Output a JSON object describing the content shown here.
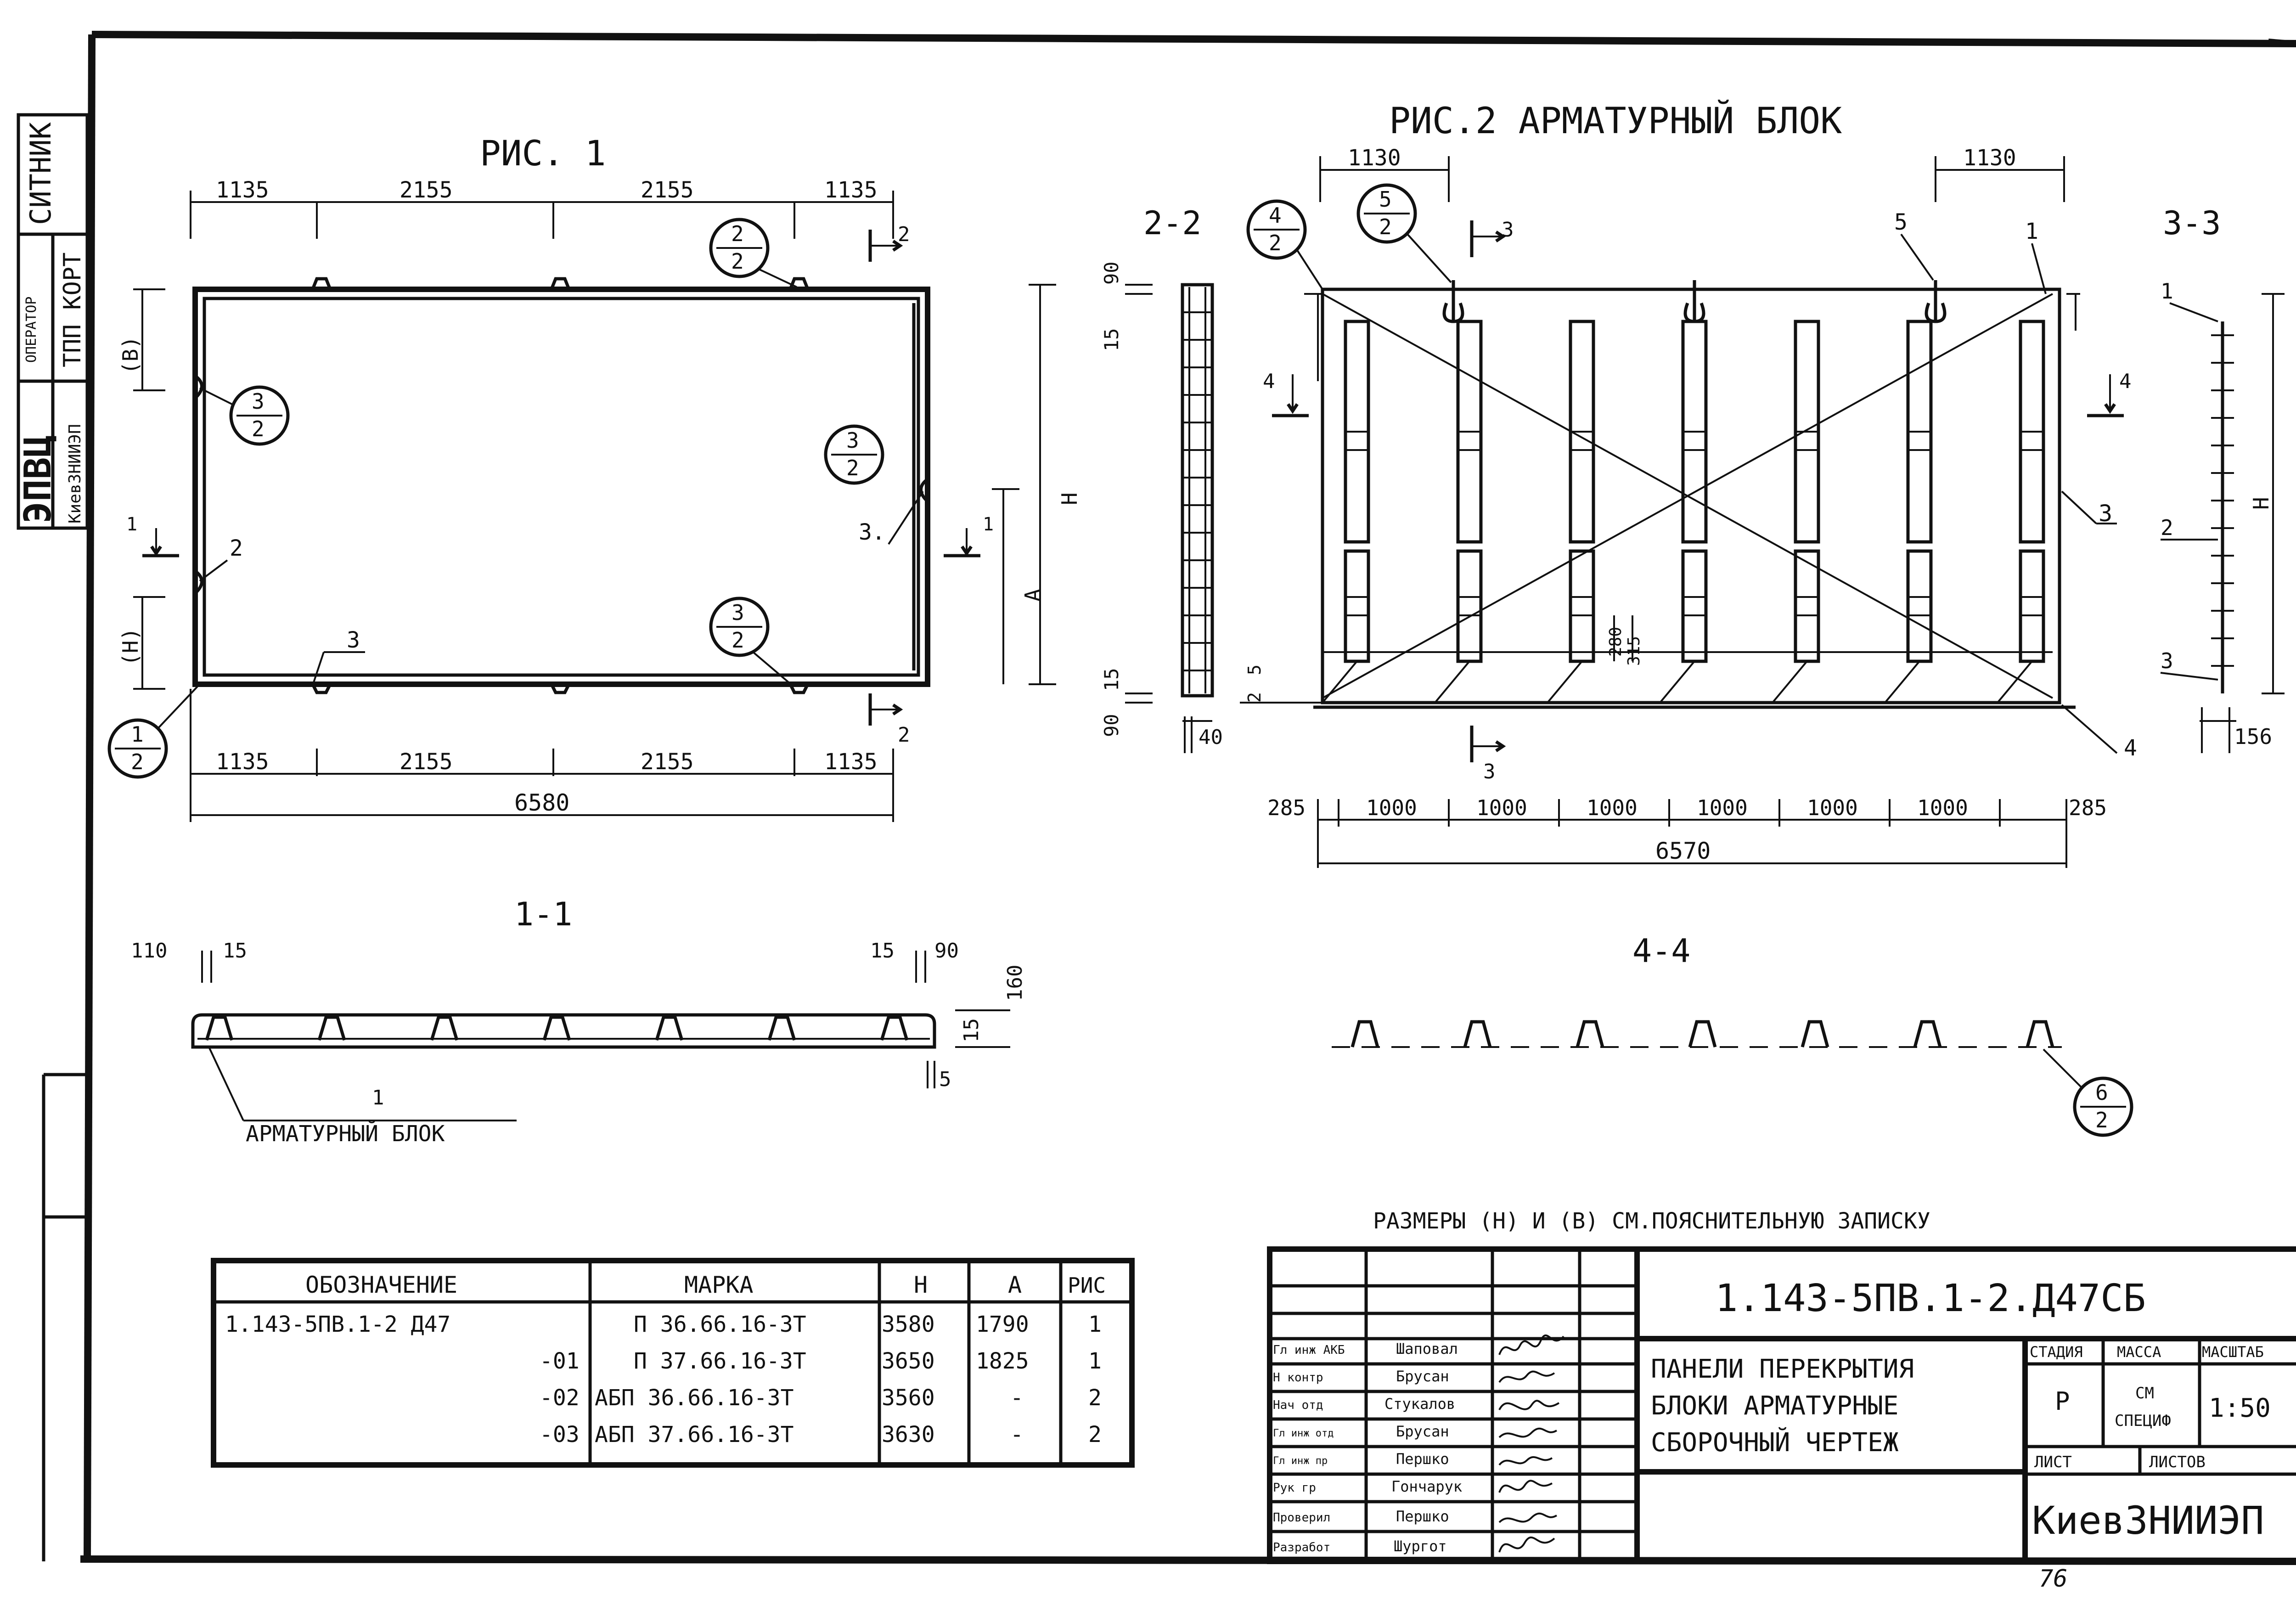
{
  "drawing": {
    "fig1_title": "РИС. 1",
    "fig2_title": "РИС.2 АРМАТУРНЫЙ БЛОК",
    "sec_2_2": "2-2",
    "sec_3_3": "3-3",
    "sec_1_1": "1-1",
    "sec_4_4": "4-4",
    "fig1": {
      "top_dims": [
        "1135",
        "2155",
        "2155",
        "1135"
      ],
      "bottom_dims": [
        "1135",
        "2155",
        "2155",
        "1135"
      ],
      "total": "6580",
      "left_B": "(B)",
      "left_H": "(H)",
      "right_A": "A",
      "right_H": "H",
      "dim_15_top": "15",
      "dim_90_top": "90",
      "dim_15_bot": "15",
      "dim_90_bot": "90",
      "dim_40": "40",
      "callout_3_2": "3",
      "callout_den": "2",
      "callout_2_2": "2",
      "callout_1_2": "1",
      "lbl_2": "2",
      "lbl_3": "3",
      "lbl_3dot": "3.",
      "cut_1": "1",
      "cut_2": "2"
    },
    "fig2": {
      "top_left_dim": "1130",
      "top_right_dim": "1130",
      "callout_4_2": "4",
      "callout_5_2": "5",
      "den": "2",
      "lbl_5": "5",
      "lbl_1": "1",
      "lbl_3": "3",
      "lbl_4": "4",
      "cut_3": "3",
      "cut_4": "4",
      "dim_280": "280",
      "dim_315": "315",
      "dim_5": "5",
      "dim_2": "2",
      "bottom_dims": [
        "285",
        "1000",
        "1000",
        "1000",
        "1000",
        "1000",
        "1000",
        "285"
      ],
      "total": "6570"
    },
    "sec33": {
      "lbl_1": "1",
      "lbl_2": "2",
      "lbl_3": "3",
      "lbl_H": "H",
      "dim_156": "156"
    },
    "sec11": {
      "dim_110": "110",
      "dim_15a": "15",
      "dim_15b": "15",
      "dim_90": "90",
      "dim_160": "160",
      "dim_15c": "15",
      "dim_5": "5",
      "label_num": "1",
      "label_text": "АРМАТУРНЫЙ БЛОК"
    },
    "sec44": {
      "callout_num": "6",
      "callout_den": "2"
    },
    "note": "РАЗМЕРЫ (H) И (B) СМ.ПОЯСНИТЕЛЬНУЮ ЗАПИСКУ"
  },
  "spec_table": {
    "headers": [
      "ОБОЗНАЧЕНИЕ",
      "МАРКА",
      "H",
      "A",
      "РИС"
    ],
    "rows": [
      [
        "1.143-5ПВ.1-2 Д47",
        "П 36.66.16-3Т",
        "3580",
        "1790",
        "1"
      ],
      [
        "-01",
        "П 37.66.16-3Т",
        "3650",
        "1825",
        "1"
      ],
      [
        "-02",
        "АБП 36.66.16-3Т",
        "3560",
        "-",
        "2"
      ],
      [
        "-03",
        "АБП 37.66.16-3Т",
        "3630",
        "-",
        "2"
      ]
    ]
  },
  "title_block": {
    "code": "1.143-5ПВ.1-2.Д47СБ",
    "title_lines": [
      "ПАНЕЛИ ПЕРЕКРЫТИЯ",
      "БЛОКИ АРМАТУРНЫЕ",
      "СБОРОЧНЫЙ ЧЕРТЕЖ"
    ],
    "stage_h": "СТАДИЯ",
    "mass_h": "МАССА",
    "scale_h": "МАСШТАБ",
    "stage": "Р",
    "mass_1": "СМ",
    "mass_2": "СПЕЦИФ",
    "scale": "1:50",
    "sheet": "ЛИСТ",
    "sheets": "ЛИСТОВ",
    "org": "КиевЗНИИЭП",
    "people": [
      [
        "Гл инж АКБ",
        "Шаповал"
      ],
      [
        "Н контр",
        "Брусан"
      ],
      [
        "Нач отд",
        "Стукалов"
      ],
      [
        "Гл инж отд",
        "Брусан"
      ],
      [
        "Гл инж пр",
        "Першко"
      ],
      [
        "Рук гр",
        "Гончарук"
      ],
      [
        "Проверил",
        "Першко"
      ],
      [
        "Разработ",
        "Шургот"
      ]
    ]
  },
  "side_stamp": {
    "name": "СИТНИК",
    "op_label": "ОПЕРАТОР",
    "op_name": "ТПП КОРТ",
    "org": "ЭПВЦ",
    "org2": "КиевЗНИИЭП"
  },
  "page_number": "76"
}
